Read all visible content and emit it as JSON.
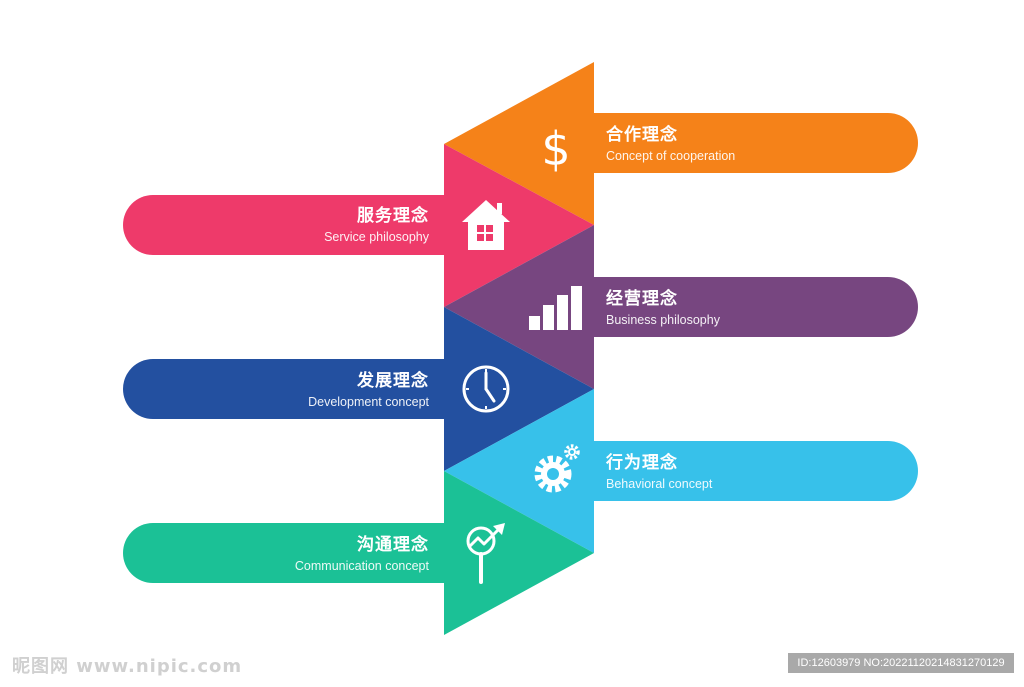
{
  "items": [
    {
      "title": "合作理念",
      "subtitle": "Concept of cooperation",
      "icon": "dollar-icon",
      "color": "#F58219",
      "side": "right"
    },
    {
      "title": "服务理念",
      "subtitle": "Service philosophy",
      "icon": "house-icon",
      "color": "#EE3A6A",
      "side": "left"
    },
    {
      "title": "经营理念",
      "subtitle": "Business philosophy",
      "icon": "bar-chart-icon",
      "color": "#774680",
      "side": "right"
    },
    {
      "title": "发展理念",
      "subtitle": "Development concept",
      "icon": "clock-icon",
      "color": "#2350A0",
      "side": "left"
    },
    {
      "title": "行为理念",
      "subtitle": "Behavioral concept",
      "icon": "gears-icon",
      "color": "#37C1EA",
      "side": "right"
    },
    {
      "title": "沟通理念",
      "subtitle": "Communication concept",
      "icon": "magnifier-trend-icon",
      "color": "#1BC196",
      "side": "left"
    }
  ],
  "watermark": {
    "site": "昵图网 www.nipic.com",
    "id_text": "ID:12603979 NO:20221120214831270129"
  }
}
